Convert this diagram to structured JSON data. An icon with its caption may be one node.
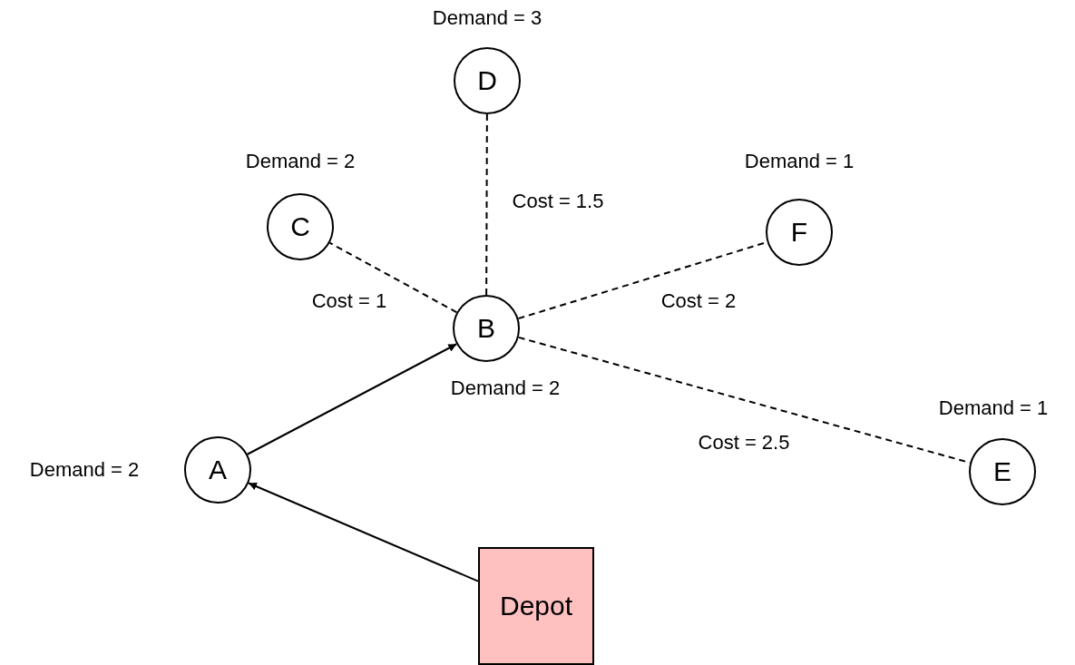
{
  "diagram": {
    "nodes": [
      {
        "text": [
          "Depot"
        ]
      },
      {
        "text": [
          "A"
        ],
        "beside": [
          "Demand = 2"
        ]
      },
      {
        "text": [
          "B"
        ],
        "beside": [
          "Demand = 2"
        ]
      },
      {
        "text": [
          "C"
        ],
        "beside": [
          "Demand = 2"
        ]
      },
      {
        "text": [
          "D"
        ],
        "beside": [
          "Demand = 3"
        ]
      },
      {
        "text": [
          "E"
        ],
        "beside": [
          "Demand = 1"
        ]
      },
      {
        "text": [
          "F"
        ],
        "beside": [
          "Demand = 1"
        ]
      }
    ],
    "edges": [
      {
        "from": 0,
        "to": 1,
        "arrow": "to"
      },
      {
        "from": 1,
        "to": 2,
        "arrow": "to"
      },
      {
        "from": 2,
        "to": 3,
        "arrow": "none",
        "style": "dashed",
        "label": "Cost = 1"
      },
      {
        "from": 2,
        "to": 4,
        "arrow": "none",
        "style": "dashed",
        "label": "Cost = 1.5"
      },
      {
        "from": 2,
        "to": 6,
        "arrow": "none",
        "style": "dashed",
        "label": "Cost = 2"
      },
      {
        "from": 2,
        "to": 5,
        "arrow": "none",
        "style": "dashed",
        "label": "Cost = 2.5"
      }
    ]
  }
}
